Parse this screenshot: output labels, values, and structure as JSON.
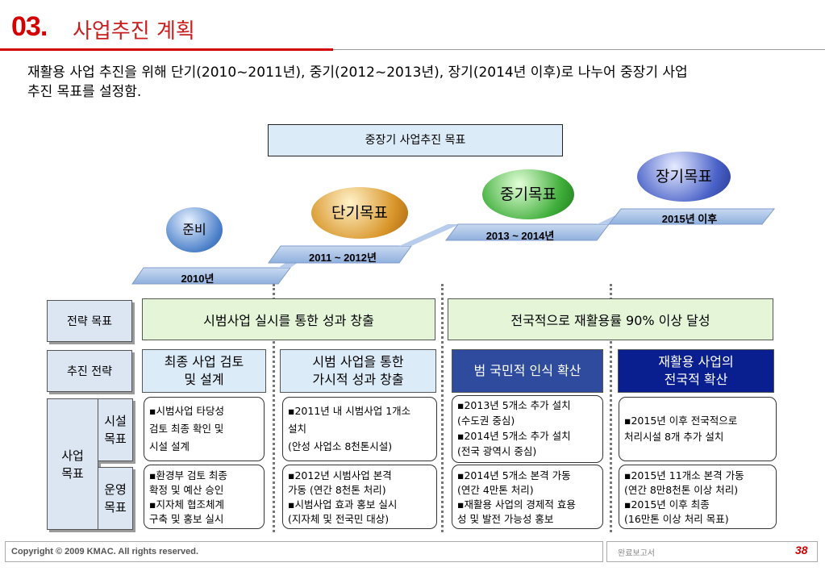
{
  "header": {
    "number": "03.",
    "title": "사업추진 계획"
  },
  "intro": {
    "line1": "재활용 사업 추진을 위해 단기(2010~2011년), 중기(2012~2013년), 장기(2014년 이후)로 나누어 중장기 사업",
    "line2": "추진 목표를 설정함."
  },
  "goal_title": "중장기 사업추진 목표",
  "stages": [
    {
      "name": "준비",
      "period": "2010년",
      "color": "#4a7fc8"
    },
    {
      "name": "단기목표",
      "period": "2011 ~ 2012년",
      "color": "#c8861a"
    },
    {
      "name": "중기목표",
      "period": "2013 ~ 2014년",
      "color": "#3da13a"
    },
    {
      "name": "장기목표",
      "period": "2015년 이후",
      "color": "#3a52b8"
    }
  ],
  "rows": {
    "strategy_goal": "전략 목표",
    "strategy": "추진 전략",
    "business_goal": "사업\n목표",
    "facility": "시설\n목표",
    "operation": "운영\n목표"
  },
  "goals": {
    "left": "시범사업 실시를 통한 성과 창출",
    "right": "전국적으로 재활용률 90% 이상 달성"
  },
  "strategies": [
    {
      "text": "최종 사업 검토\n및 설계",
      "bg": "#dcebf8",
      "color": "#000000"
    },
    {
      "text": "시범 사업을 통한\n가시적 성과 창출",
      "bg": "#dcebf8",
      "color": "#000000"
    },
    {
      "text": "범 국민적 인식 확산",
      "bg": "#2e4b9e",
      "color": "#ffffff"
    },
    {
      "text": "재활용 사업의\n전국적 확산",
      "bg": "#0a1f8f",
      "color": "#ffffff"
    }
  ],
  "facility_details": [
    [
      "▪시범사업 타당성",
      "  검토 최종 확인 및",
      "  시설 설계"
    ],
    [
      "▪2011년 내 시범사업 1개소",
      "  설치",
      "  (안성 사업소 8천톤시설)"
    ],
    [
      "▪2013년 5개소 추가 설치",
      "  (수도권 중심)",
      "▪2014년 5개소 추가 설치",
      "  (전국 광역시 중심)"
    ],
    [
      "▪2015년 이후 전국적으로",
      "  처리시설 8개 추가 설치"
    ]
  ],
  "operation_details": [
    [
      "▪환경부 검토 최종",
      "  확정 및 예산 승인",
      "▪지자체 협조체계",
      "  구축 및 홍보 실시"
    ],
    [
      "▪2012년 시범사업 본격",
      "  가동 (연간 8천톤 처리)",
      "▪시범사업 효과 홍보 실시",
      "  (지자체 및 전국민 대상)"
    ],
    [
      "▪2014년 5개소 본격 가동",
      "  (연간 4만톤 처리)",
      "▪재활용 사업의 경제적 효용",
      "  성 및 발전 가능성 홍보"
    ],
    [
      "▪2015년 11개소 본격 가동",
      "  (연간 8만8천톤 이상 처리)",
      "▪2015년 이후 최종",
      "  (16만톤 이상 처리 목표)"
    ]
  ],
  "footer": {
    "copyright": "Copyright © 2009 KMAC. All rights reserved.",
    "report": "완료보고서",
    "page": "38"
  }
}
